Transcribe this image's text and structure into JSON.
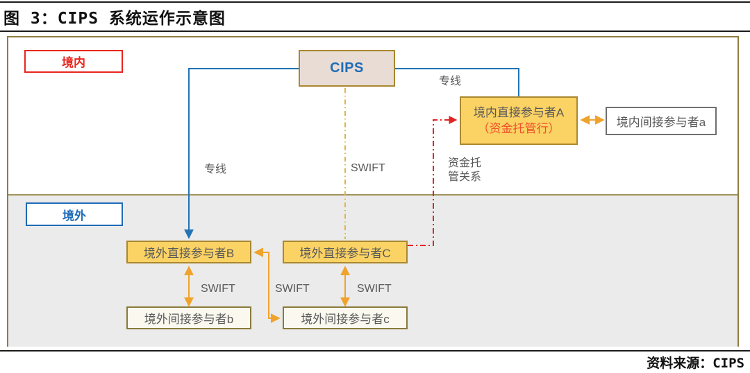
{
  "title": "图 3：CIPS 系统运作示意图",
  "source": "资料来源：CIPS",
  "regions": {
    "domestic": "境内",
    "overseas": "境外"
  },
  "nodes": {
    "cips": "CIPS",
    "domestic_direct_a": {
      "line1": "境内直接参与者A",
      "line2": "（资金托管行）"
    },
    "domestic_indirect_a": "境内间接参与者a",
    "overseas_direct_b": "境外直接参与者B",
    "overseas_direct_c": "境外直接参与者C",
    "overseas_indirect_b": "境外间接参与者b",
    "overseas_indirect_c": "境外间接参与者c"
  },
  "labels": {
    "dedicated_right": "专线",
    "dedicated_left": "专线",
    "swift_cips": "SWIFT",
    "custody_line1": "资金托",
    "custody_line2": "管关系",
    "swift_b_b": "SWIFT",
    "swift_b_c": "SWIFT",
    "swift_c_c": "SWIFT"
  },
  "colors": {
    "domestic_accent": "#e8251d",
    "overseas_accent": "#1e6bb8",
    "line_blue": "#2373b5",
    "arrow_yellow": "#f0a32c",
    "swift_dash_yellow": "#e0b544",
    "custody_red": "#e02424",
    "node_yellow_fill": "#fbd264",
    "frame_olive": "#8f7c40",
    "overseas_bg": "#ebebeb"
  }
}
